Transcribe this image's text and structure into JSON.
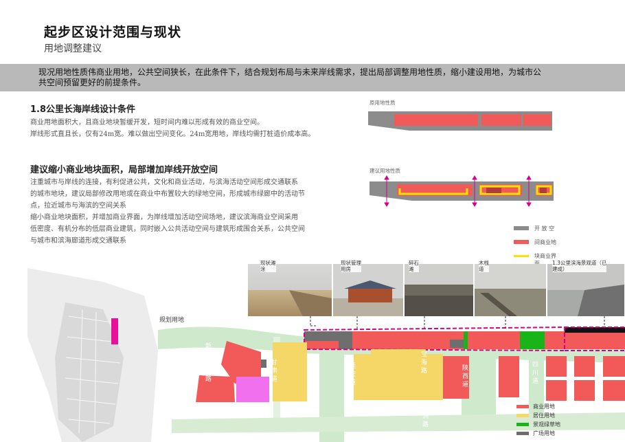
{
  "header": {
    "title": "起步区设计范围与现状",
    "subtitle": "用地调整建议"
  },
  "banner": {
    "text": "现况用地性质伟商业用地，公共空间狭长，在此条件下，结合规划布局与未来岸线需求，提出局部调整用地性质，缩小建设用地，为城市公共空间预留更好的前提条件。"
  },
  "section1": {
    "heading": "1.8公里长海岸线设计条件",
    "lines": [
      "商业用地面积大，且商业地块暂缓开发，短时间内难以形成有效的商业空间。",
      "岸线形式直且长，仅有24m宽。难以做出空间变化。24m宽用地，岸线均需打桩造价成本高。"
    ]
  },
  "section2": {
    "heading": "建议缩小商业地块面积，局部增加岸线开放空间",
    "lines": [
      "注重城市与岸线的连接，有利促进公共，文化和商业活动，与滨海活动空间形成交通联系",
      "的城市地块，建议局部修改用地或在商业中布置较大的绿地空间，形成城市绿廊中的活动节",
      "点，拉近城市与海滨的空间关系",
      "缩小商业地块面积，并增加商业界面，为岸线增加活动空间场地，建议滨海商业空间采用",
      "低密度、有机分布的低层商业建筑，同时嵌入公共活动空间与建筑形成围合关系，公共空间",
      "与城市和滨海廊道形成交通联系"
    ]
  },
  "diagrams": {
    "original_label": "原用地性质",
    "proposed_label": "建议用地性质"
  },
  "legend_top": {
    "items": [
      {
        "label": "开 放 空",
        "color": "#8c8c8c"
      },
      {
        "label": "间商业地",
        "color": "#f25a5a"
      },
      {
        "label": "块商业界",
        "color": "#f5e400"
      },
      {
        "label": "面",
        "color": ""
      }
    ]
  },
  "photos": [
    {
      "label": "现状滩\n涂"
    },
    {
      "label": "现状管理\n用房"
    },
    {
      "label": "碎石\n滩"
    },
    {
      "label": "木栈\n道"
    },
    {
      "label": "1.3公里滨海景观道（已\n建成）"
    }
  ],
  "map": {
    "planned_label": "规划用地",
    "road_labels": [
      "新港八号路",
      "甘肃道",
      "宁夏道",
      "延安道",
      "宝海路",
      "陕西道",
      "四川道",
      "欧洲路"
    ],
    "legend": [
      {
        "label": "商业用地",
        "color": "#f25a5a"
      },
      {
        "label": "居住用地",
        "color": "#f5d768"
      },
      {
        "label": "景观绿草地",
        "color": "#18b418"
      },
      {
        "label": "广场用地",
        "color": "#6e6e6e"
      }
    ]
  },
  "colors": {
    "commercial": "#f25a5a",
    "residential": "#f5d768",
    "green": "#18b418",
    "plaza": "#6e6e6e",
    "open_space": "#8c8c8c",
    "frontage": "#f5e400",
    "magenta": "#d6008a",
    "banner_bg": "#b9b9b9"
  }
}
